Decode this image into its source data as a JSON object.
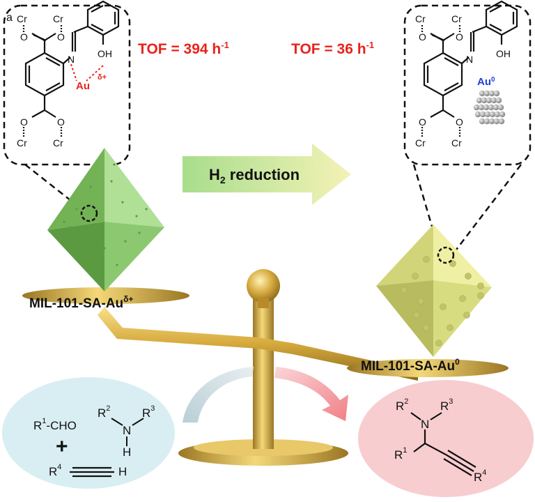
{
  "panel_label": "a",
  "tof_left": {
    "prefix": "TOF = 394 h",
    "sup": "-1"
  },
  "tof_right": {
    "prefix": "TOF = 36 h",
    "sup": "-1"
  },
  "reduction_label": {
    "main": "H",
    "sub": "2",
    "rest": " reduction"
  },
  "catalyst_left": {
    "main": "MIL-101-SA-Au",
    "sup": "δ+"
  },
  "catalyst_right": {
    "main": "MIL-101-SA-Au",
    "sup": "0"
  },
  "atoms": {
    "cr": "Cr",
    "o": "O",
    "n": "N",
    "oh": "OH",
    "au": "Au",
    "delta_plus": "δ+",
    "au_zero_sup": "0",
    "h": "H"
  },
  "reactants": {
    "aldehyde": {
      "r": "R",
      "sup": "1",
      "rest": "-CHO"
    },
    "plus": "+",
    "amine": {
      "r2": "R",
      "r2_sup": "2",
      "n": "N",
      "r3": "R",
      "r3_sup": "3",
      "h": "H"
    },
    "alkyne": {
      "r": "R",
      "sup": "4",
      "h": "H"
    }
  },
  "product": {
    "r2": "R",
    "r2_sup": "2",
    "n": "N",
    "r3": "R",
    "r3_sup": "3",
    "r1": "R",
    "r1_sup": "1",
    "r4": "R",
    "r4_sup": "4"
  },
  "colors": {
    "tof": "#e8231c",
    "au_single": "#e8231c",
    "au_particle": "#1f3fd8",
    "green_octahedron": "#8cc870",
    "yellow_octahedron": "#d8dc80",
    "reactant_bubble": "#d9eef2",
    "product_bubble": "#f8cdd0",
    "balance_gold": "#c9a33a"
  }
}
